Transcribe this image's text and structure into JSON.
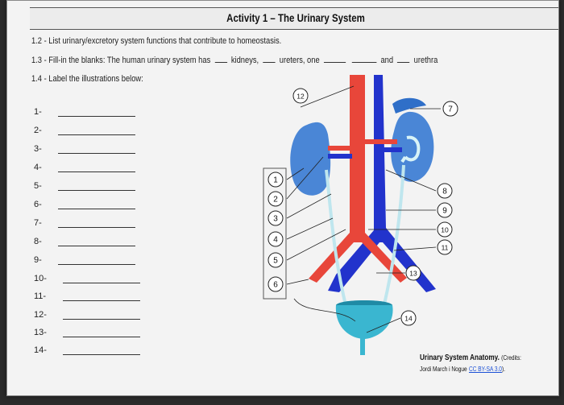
{
  "title": "Activity 1 – The Urinary System",
  "instructions": {
    "q1": "1.2 - List urinary/excretory system functions that contribute to homeostasis.",
    "q2_part1": "1.3 - Fill-in the blanks: The human urinary system has",
    "q2_part2": "kidneys,",
    "q2_part3": "ureters, one",
    "q2_part4": "and",
    "q2_part5": "urethra",
    "q3": "1.4 - Label the illustrations below:"
  },
  "label_rows": [
    "1-",
    "2-",
    "3-",
    "4-",
    "5-",
    "6-",
    "7-",
    "8-",
    "9-",
    "10-",
    "11-",
    "12-",
    "13-",
    "14-"
  ],
  "callouts": [
    "1",
    "2",
    "3",
    "4",
    "5",
    "6",
    "7",
    "8",
    "9",
    "10",
    "11",
    "12",
    "13",
    "14"
  ],
  "credits": {
    "title": "Urinary System Anatomy.",
    "credit_word": "(Credits:",
    "author": "Jordi March i Nogue",
    "license": "CC BY-SA 3.0",
    "close": ")."
  },
  "colors": {
    "aorta": "#e8463a",
    "vein": "#2233cc",
    "kidney": "#4a86d6",
    "ureter": "#bfe6ee",
    "bladder": "#3ab6d0"
  }
}
